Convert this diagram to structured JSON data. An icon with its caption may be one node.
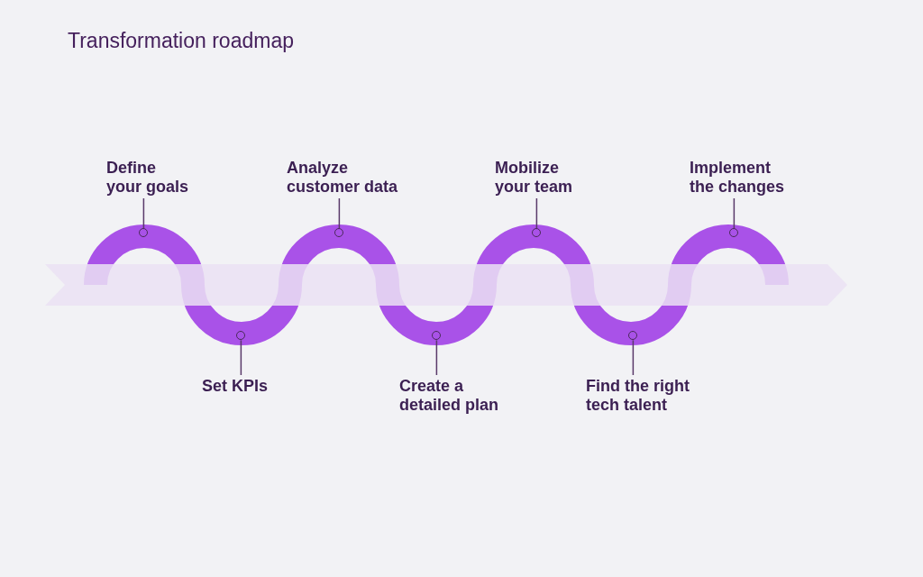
{
  "diagram": {
    "title": "Transformation roadmap",
    "nodes": [
      {
        "text": [
          "Define your goals"
        ]
      },
      {
        "text": [
          "Set KPIs"
        ]
      },
      {
        "text": [
          "Analyze customer data"
        ]
      },
      {
        "text": [
          "Create a detailed plan"
        ]
      },
      {
        "text": [
          "Mobilize your team"
        ]
      },
      {
        "text": [
          "Find the right tech talent"
        ]
      },
      {
        "text": [
          "Implement the changes"
        ]
      },
      {
        "text": [],
        "shape": "circle"
      },
      {
        "text": [],
        "shape": "circle"
      },
      {
        "text": [],
        "shape": "circle"
      },
      {
        "text": [],
        "shape": "circle"
      },
      {
        "text": [],
        "shape": "circle"
      },
      {
        "text": [],
        "shape": "circle"
      },
      {
        "text": [],
        "shape": "circle"
      }
    ],
    "edges": [
      {
        "from": 0,
        "to": 7,
        "arrow": "none"
      },
      {
        "from": 1,
        "to": 8,
        "arrow": "none"
      },
      {
        "from": 2,
        "to": 9,
        "arrow": "none"
      },
      {
        "from": 3,
        "to": 10,
        "arrow": "none"
      },
      {
        "from": 4,
        "to": 11,
        "arrow": "none"
      },
      {
        "from": 5,
        "to": 12,
        "arrow": "none"
      },
      {
        "from": 6,
        "to": 13,
        "arrow": "none"
      }
    ]
  }
}
